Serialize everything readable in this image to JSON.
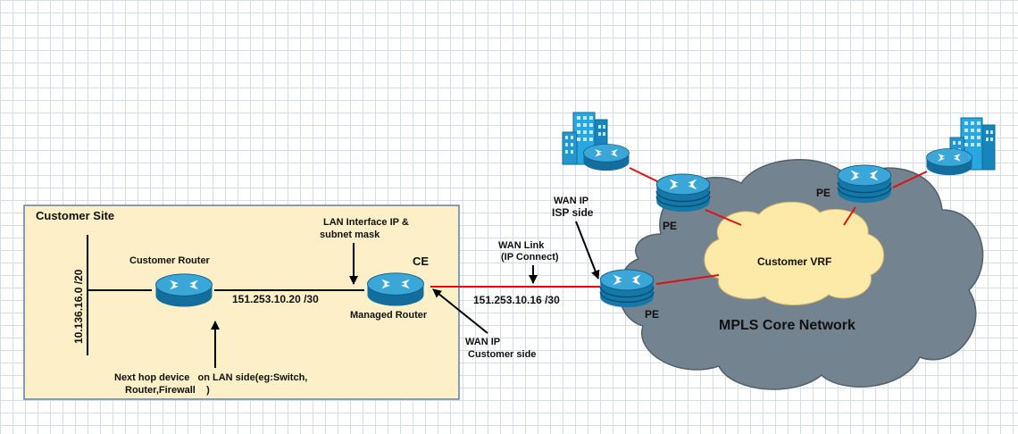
{
  "site": {
    "title": "Customer Site",
    "lan_subnet": "10.136.16.0 /20",
    "customer_router": "Customer Router",
    "lan_link_ip": "151.253.10.20 /30",
    "lan_interface_line1": "LAN Interface IP &",
    "lan_interface_line2": "subnet mask",
    "ce_label": "CE",
    "managed_router": "Managed Router",
    "next_hop_line1": "Next hop device   on LAN side(eg:Switch,",
    "next_hop_line2": "Router,Firewall    )"
  },
  "wan": {
    "link_line1": "WAN Link",
    "link_line2": "(IP Connect)",
    "link_ip": "151.253.10.16 /30",
    "customer_side_line1": "WAN IP",
    "customer_side_line2": "Customer side",
    "isp_side_line1": "WAN IP",
    "isp_side_line2": "ISP side"
  },
  "core": {
    "title": "MPLS Core Network",
    "vrf": "Customer VRF",
    "pe_labels": [
      "PE",
      "PE",
      "PE"
    ]
  },
  "colors": {
    "site_fill": "#fdf0c8",
    "cloud_fill": "#73838f",
    "vrf_fill": "#fde9a8",
    "wan_link": "#e01010",
    "router_body": "#1d8fc4",
    "building": "#29a7e0"
  }
}
